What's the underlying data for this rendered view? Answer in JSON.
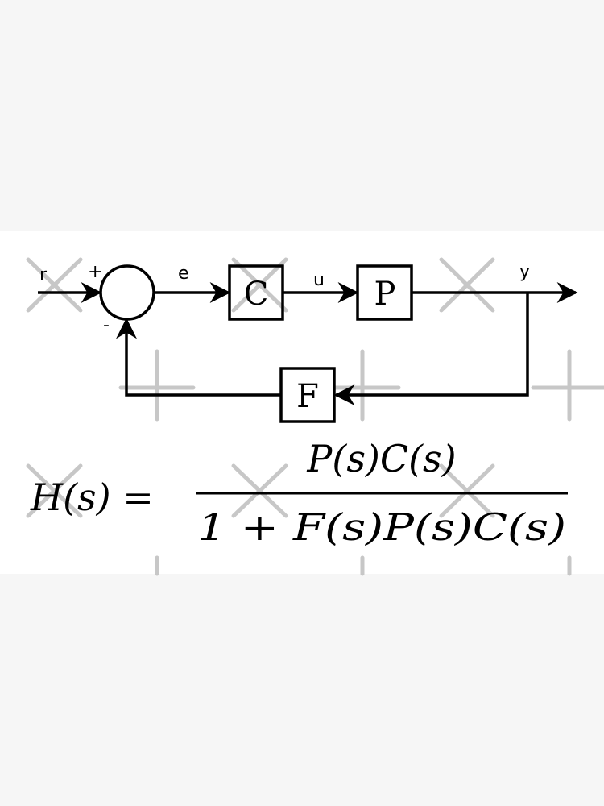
{
  "diagram": {
    "signals": {
      "reference": "r",
      "error": "e",
      "control": "u",
      "output": "y"
    },
    "summing_junction": {
      "plus_sign": "+",
      "minus_sign": "-"
    },
    "blocks": {
      "controller": "C",
      "plant": "P",
      "feedback": "F"
    }
  },
  "equation": {
    "lhs": "H(s) =",
    "numerator": "P(s)C(s)",
    "denominator": "1 + F(s)P(s)C(s)"
  },
  "colors": {
    "background": "#f6f6f6",
    "panel": "#ffffff",
    "ink": "#000000",
    "watermark": "#bdbdbd"
  }
}
